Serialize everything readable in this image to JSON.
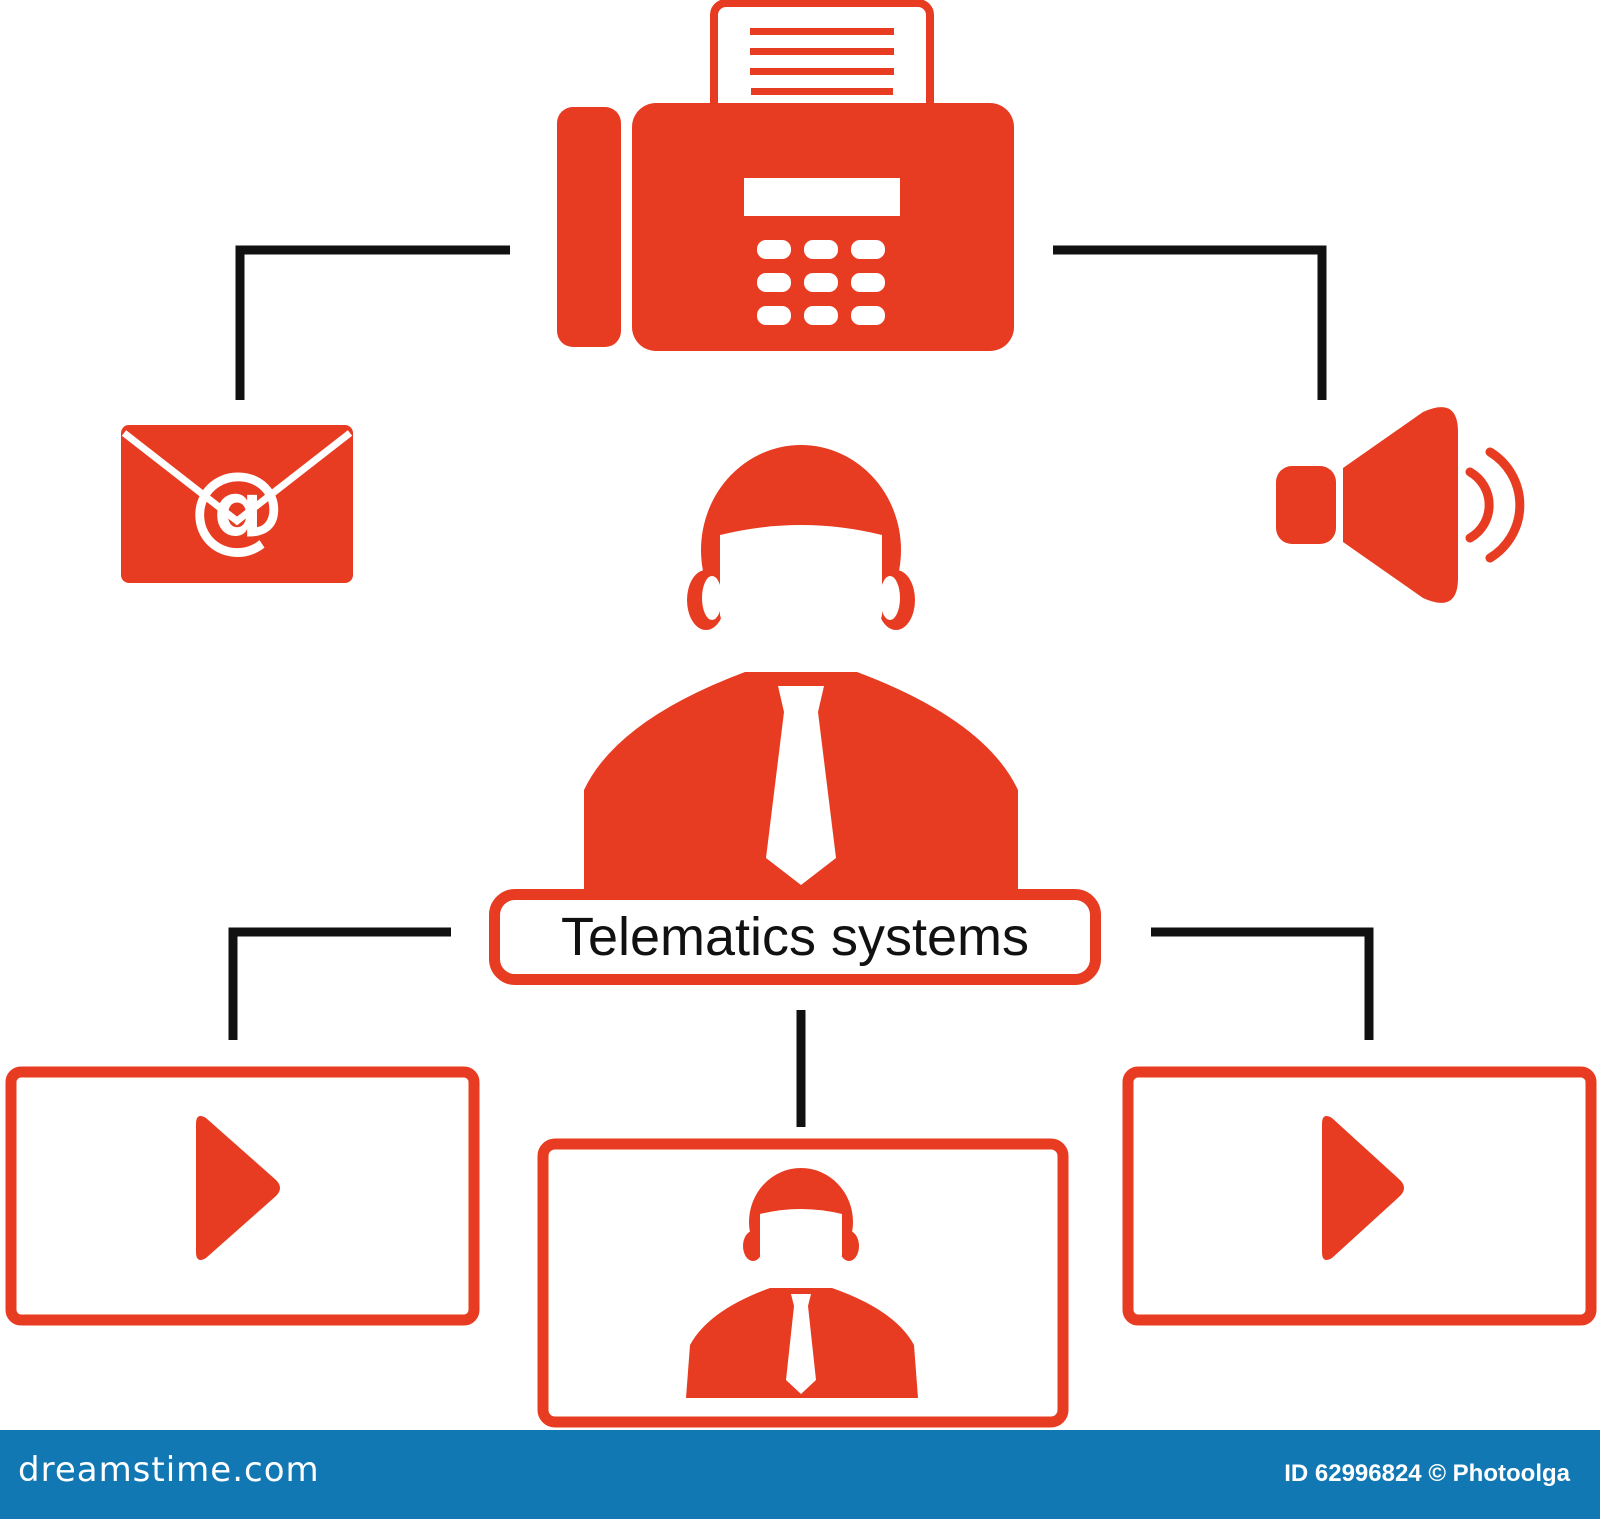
{
  "diagram": {
    "center_label": "Telematics systems",
    "accent_color": "#e83c22",
    "connector_color": "#111111",
    "nodes": [
      {
        "icon": "fax-machine-icon"
      },
      {
        "icon": "email-at-icon"
      },
      {
        "icon": "speaker-icon"
      },
      {
        "icon": "businessman-icon"
      },
      {
        "icon": "video-play-icon"
      },
      {
        "icon": "video-call-person-icon"
      },
      {
        "icon": "video-play-icon"
      }
    ]
  },
  "footer": {
    "logo": "dreamstime.com",
    "credit": "ID 62996824 © Photoolga",
    "background_color": "#1278b4"
  }
}
